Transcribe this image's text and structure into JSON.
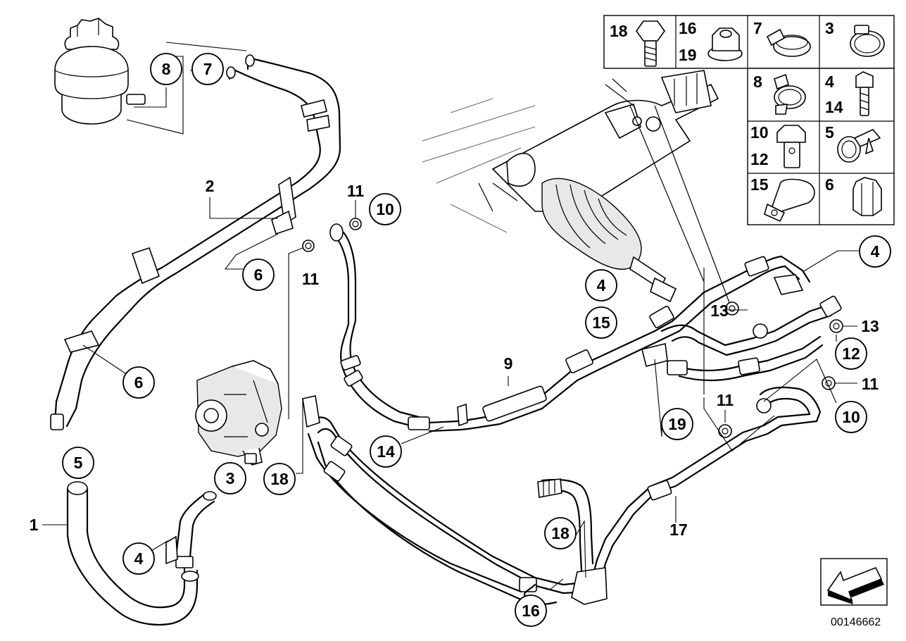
{
  "diagram_id": "00146662",
  "callouts": {
    "c_8": "8",
    "c_7": "7",
    "c_2": "2",
    "c_6a": "6",
    "c_6b": "6",
    "c_5": "5",
    "c_1": "1",
    "c_3": "3",
    "c_4a": "4",
    "c_18a": "18",
    "c_11a": "11",
    "c_10a": "10",
    "c_11b": "11",
    "c_14": "14",
    "c_9": "9",
    "c_4b": "4",
    "c_15": "15",
    "c_4c": "4",
    "c_13a": "13",
    "c_13b": "13",
    "c_12": "12",
    "c_11c": "11",
    "c_10b": "10",
    "c_11d": "11",
    "c_19": "19",
    "c_18b": "18",
    "c_16": "16",
    "c_17": "17"
  },
  "legend": {
    "cell_18": "18",
    "cell_16_19_a": "16",
    "cell_16_19_b": "19",
    "cell_7": "7",
    "cell_3": "3",
    "cell_8": "8",
    "cell_4_14_a": "4",
    "cell_4_14_b": "14",
    "cell_10_12_a": "10",
    "cell_10_12_b": "12",
    "cell_5": "5",
    "cell_15": "15",
    "cell_6": "6"
  },
  "icons": {
    "legend_18": "hex-bolt-icon",
    "legend_16_19": "flange-nut-icon",
    "legend_7": "hose-clamp-icon",
    "legend_3": "worm-clamp-icon",
    "legend_8": "spring-clamp-icon",
    "legend_4_14": "bolt-icon",
    "legend_10_12": "banjo-bolt-icon",
    "legend_5": "hose-bracket-clip-icon",
    "legend_15": "pipe-clip-icon",
    "legend_6": "cap-nut-icon",
    "orientation": "direction-arrow-icon"
  }
}
